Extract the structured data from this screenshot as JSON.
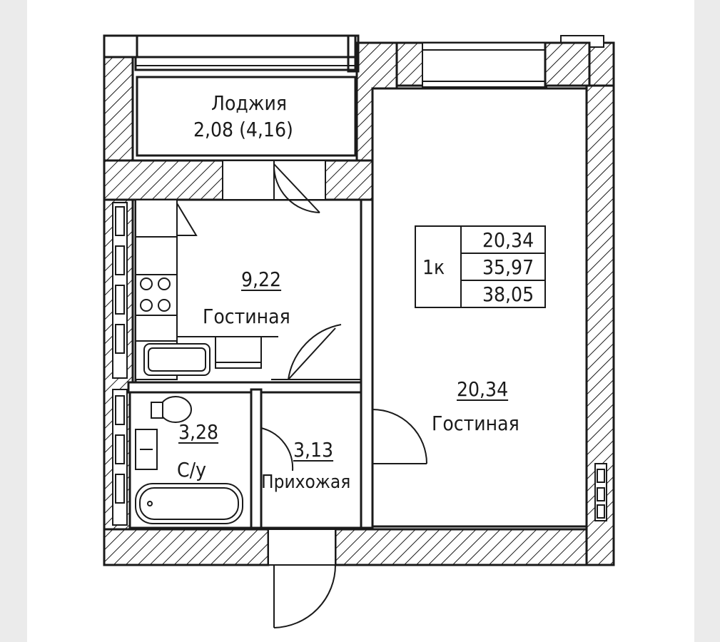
{
  "plan": {
    "loggia": {
      "name": "Лоджия",
      "area": "2,08 (4,16)"
    },
    "kitchen": {
      "area": "9,22",
      "name": "Гостиная"
    },
    "bathroom": {
      "area": "3,28",
      "name": "С/у"
    },
    "hallway": {
      "area": "3,13",
      "name": "Прихожая"
    },
    "living": {
      "area": "20,34",
      "name": "Гостиная"
    },
    "summary": {
      "type": "1к",
      "living_area": "20,34",
      "total_area": "35,97",
      "total_with_loggia": "38,05"
    }
  }
}
